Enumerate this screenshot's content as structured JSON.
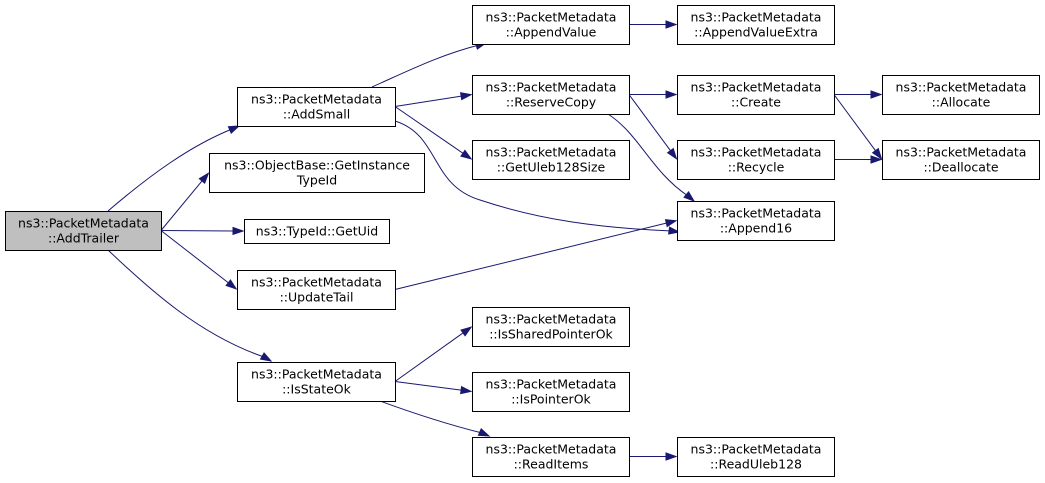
{
  "graph": {
    "edge_color": "#191970",
    "root_fill": "#bfbfbf",
    "node_fill": "#ffffff",
    "nodes": [
      {
        "id": "add-trailer",
        "lines": [
          "ns3::PacketMetadata",
          "::AddTrailer"
        ],
        "root": true
      },
      {
        "id": "add-small",
        "lines": [
          "ns3::PacketMetadata",
          "::AddSmall"
        ]
      },
      {
        "id": "get-instance-type-id",
        "lines": [
          "ns3::ObjectBase::GetInstance",
          "TypeId"
        ]
      },
      {
        "id": "get-uid",
        "lines": [
          "ns3::TypeId::GetUid"
        ]
      },
      {
        "id": "update-tail",
        "lines": [
          "ns3::PacketMetadata",
          "::UpdateTail"
        ]
      },
      {
        "id": "is-state-ok",
        "lines": [
          "ns3::PacketMetadata",
          "::IsStateOk"
        ]
      },
      {
        "id": "append-value",
        "lines": [
          "ns3::PacketMetadata",
          "::AppendValue"
        ]
      },
      {
        "id": "reserve-copy",
        "lines": [
          "ns3::PacketMetadata",
          "::ReserveCopy"
        ]
      },
      {
        "id": "get-uleb128-size",
        "lines": [
          "ns3::PacketMetadata",
          "::GetUleb128Size"
        ]
      },
      {
        "id": "is-shared-pointer-ok",
        "lines": [
          "ns3::PacketMetadata",
          "::IsSharedPointerOk"
        ]
      },
      {
        "id": "is-pointer-ok",
        "lines": [
          "ns3::PacketMetadata",
          "::IsPointerOk"
        ]
      },
      {
        "id": "read-items",
        "lines": [
          "ns3::PacketMetadata",
          "::ReadItems"
        ]
      },
      {
        "id": "append-value-extra",
        "lines": [
          "ns3::PacketMetadata",
          "::AppendValueExtra"
        ]
      },
      {
        "id": "create",
        "lines": [
          "ns3::PacketMetadata",
          "::Create"
        ]
      },
      {
        "id": "recycle",
        "lines": [
          "ns3::PacketMetadata",
          "::Recycle"
        ]
      },
      {
        "id": "append16",
        "lines": [
          "ns3::PacketMetadata",
          "::Append16"
        ]
      },
      {
        "id": "read-uleb128",
        "lines": [
          "ns3::PacketMetadata",
          "::ReadUleb128"
        ]
      },
      {
        "id": "allocate",
        "lines": [
          "ns3::PacketMetadata",
          "::Allocate"
        ]
      },
      {
        "id": "deallocate",
        "lines": [
          "ns3::PacketMetadata",
          "::Deallocate"
        ]
      }
    ],
    "edges": [
      {
        "from": "add-trailer",
        "to": "add-small"
      },
      {
        "from": "add-trailer",
        "to": "get-instance-type-id"
      },
      {
        "from": "add-trailer",
        "to": "get-uid"
      },
      {
        "from": "add-trailer",
        "to": "update-tail"
      },
      {
        "from": "add-trailer",
        "to": "is-state-ok"
      },
      {
        "from": "add-small",
        "to": "append-value"
      },
      {
        "from": "add-small",
        "to": "reserve-copy"
      },
      {
        "from": "add-small",
        "to": "get-uleb128-size"
      },
      {
        "from": "add-small",
        "to": "append16"
      },
      {
        "from": "update-tail",
        "to": "append16"
      },
      {
        "from": "is-state-ok",
        "to": "is-shared-pointer-ok"
      },
      {
        "from": "is-state-ok",
        "to": "is-pointer-ok"
      },
      {
        "from": "is-state-ok",
        "to": "read-items"
      },
      {
        "from": "append-value",
        "to": "append-value-extra"
      },
      {
        "from": "reserve-copy",
        "to": "create"
      },
      {
        "from": "reserve-copy",
        "to": "recycle"
      },
      {
        "from": "reserve-copy",
        "to": "append16"
      },
      {
        "from": "read-items",
        "to": "read-uleb128"
      },
      {
        "from": "create",
        "to": "allocate"
      },
      {
        "from": "create",
        "to": "deallocate"
      },
      {
        "from": "recycle",
        "to": "deallocate"
      }
    ]
  }
}
